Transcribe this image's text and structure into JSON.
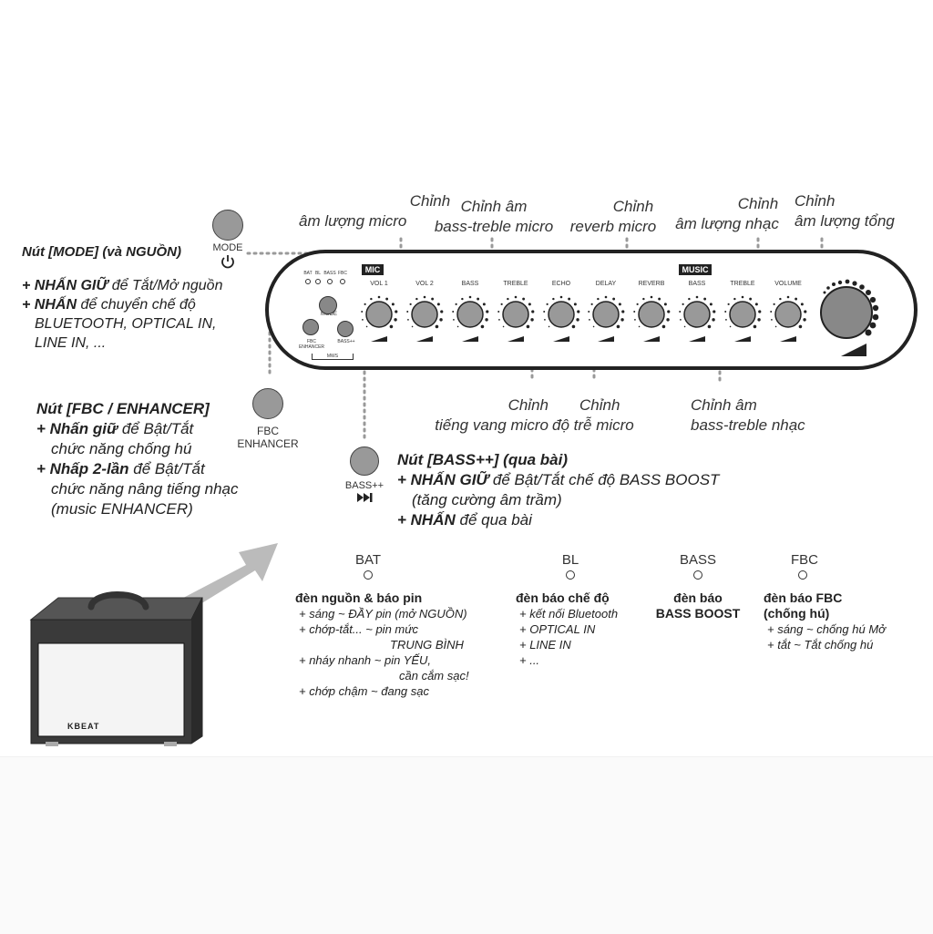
{
  "callouts": {
    "mic_vol": [
      "Chỉnh",
      "âm lượng micro"
    ],
    "mic_bt": [
      "Chỉnh âm",
      "bass-treble micro"
    ],
    "reverb": [
      "Chỉnh",
      "reverb micro"
    ],
    "music_vol": [
      "Chỉnh",
      "âm lượng nhạc"
    ],
    "master_vol": [
      "Chỉnh",
      "âm lượng tổng"
    ],
    "echo": [
      "Chỉnh",
      "tiếng vang micro"
    ],
    "delay": [
      "Chỉnh",
      "độ trễ micro"
    ],
    "music_bt": [
      "Chỉnh âm",
      "bass-treble nhạc"
    ]
  },
  "panel": {
    "mic_tag": "MIC",
    "music_tag": "MUSIC",
    "knobs": [
      "VOL 1",
      "VOL 2",
      "BASS",
      "TREBLE",
      "ECHO",
      "DELAY",
      "REVERB",
      "BASS",
      "TREBLE",
      "VOLUME"
    ],
    "leds": [
      "BAT",
      "BL",
      "BASS",
      "FBC"
    ],
    "mode_label": "MODE",
    "fbc_label": "FBC\nENHANCER",
    "bass_label": "BASS++",
    "mws_label": "MWS"
  },
  "mode_button": {
    "label": "MODE",
    "icon": "power-icon"
  },
  "fbc_button": {
    "label_1": "FBC",
    "label_2": "ENHANCER"
  },
  "bass_button": {
    "label": "BASS++",
    "icon": "play-next-icon"
  },
  "mode_note": {
    "title": "Nút [MODE] (và NGUỒN)",
    "l1_b": "+ NHẤN GIỮ",
    "l1_r": " để Tắt/Mở nguồn",
    "l2_b": "+ NHẤN",
    "l2_r": " để chuyển chế độ",
    "l3": "BLUETOOTH, OPTICAL IN,",
    "l4": "LINE IN, ..."
  },
  "fbc_note": {
    "title": "Nút [FBC / ENHANCER]",
    "l1_b": "+ Nhấn giữ",
    "l1_r": " để Bật/Tắt",
    "l2": "chức năng chống hú",
    "l3_b": "+ Nhấp 2-lần",
    "l3_r": " để Bật/Tắt",
    "l4": "chức năng nâng tiếng nhạc",
    "l5": "(music ENHANCER)"
  },
  "bass_note": {
    "title": "Nút [BASS++] (qua bài)",
    "l1_b": "+ NHẤN GIỮ",
    "l1_r": " để Bật/Tắt chế độ BASS BOOST",
    "l2": "(tăng cường âm trầm)",
    "l3_b": "+ NHẤN",
    "l3_r": " để qua bài"
  },
  "indicators": {
    "bat": {
      "name": "BAT",
      "title": "đèn nguồn & báo pin",
      "lines": [
        "+ sáng ~ ĐẦY pin (mở NGUỒN)",
        "+ chớp-tắt... ~ pin mức",
        "TRUNG BÌNH",
        "+ nháy nhanh ~ pin YẾU,",
        "cần cắm sạc!",
        "+ chớp chậm ~ đang sạc"
      ]
    },
    "bl": {
      "name": "BL",
      "title": "đèn báo chế độ",
      "lines": [
        "+ kết nối Bluetooth",
        "+ OPTICAL IN",
        "+ LINE IN",
        "+ ..."
      ]
    },
    "bass": {
      "name": "BASS",
      "title_1": "đèn báo",
      "title_2": "BASS BOOST"
    },
    "fbc": {
      "name": "FBC",
      "title_1": "đèn báo FBC",
      "title_2": "(chống hú)",
      "lines": [
        "+ sáng ~ chống hú Mở",
        "+ tắt ~ Tắt chống hú"
      ]
    }
  },
  "speaker": {
    "logo": "KBEAT"
  }
}
